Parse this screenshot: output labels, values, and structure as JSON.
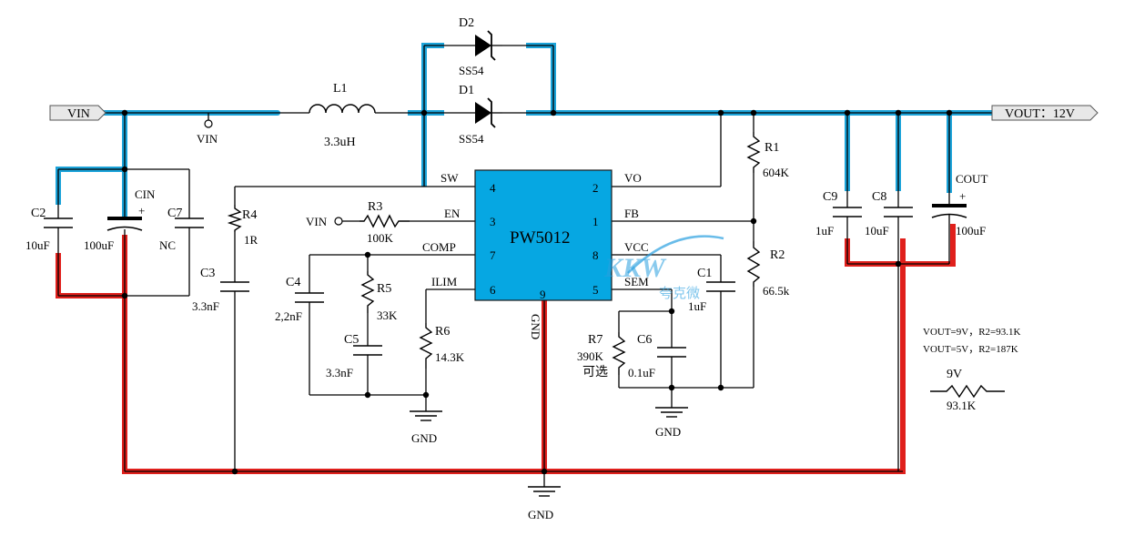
{
  "colors": {
    "wire": "#000000",
    "highlight_blue": "#1ba3d9",
    "highlight_red": "#e0201c",
    "ic_fill": "#06a7e2",
    "port_fill": "#e8e8e8",
    "watermark": "#2aa0e0"
  },
  "ports": {
    "vin": "VIN",
    "vout": "VOUT：12V"
  },
  "ic": {
    "name": "PW5012",
    "pins": {
      "sw": "SW",
      "en": "EN",
      "comp": "COMP",
      "ilim": "ILIM",
      "vo": "VO",
      "fb": "FB",
      "vcc": "VCC",
      "sem": "SEM",
      "gnd": "GND",
      "n4": "4",
      "n3": "3",
      "n7": "7",
      "n6": "6",
      "n2": "2",
      "n1": "1",
      "n8": "8",
      "n5": "5",
      "n9": "9"
    }
  },
  "components": {
    "l1": {
      "ref": "L1",
      "value": "3.3uH"
    },
    "d1": {
      "ref": "D1",
      "value": "SS54"
    },
    "d2": {
      "ref": "D2",
      "value": "SS54"
    },
    "r1": {
      "ref": "R1",
      "value": "604K"
    },
    "r2": {
      "ref": "R2",
      "value": "66.5k"
    },
    "r3": {
      "ref": "R3",
      "value": "100K"
    },
    "r4": {
      "ref": "R4",
      "value": "1R"
    },
    "r5": {
      "ref": "R5",
      "value": "33K"
    },
    "r6": {
      "ref": "R6",
      "value": "14.3K"
    },
    "r7": {
      "ref": "R7",
      "value": "390K",
      "note": "可选"
    },
    "c1": {
      "ref": "C1",
      "value": "1uF"
    },
    "c2": {
      "ref": "C2",
      "value": "10uF"
    },
    "c3": {
      "ref": "C3",
      "value": "3.3nF"
    },
    "c4": {
      "ref": "C4",
      "value": "2,2nF"
    },
    "c5": {
      "ref": "C5",
      "value": "3.3nF"
    },
    "c6": {
      "ref": "C6",
      "value": "0.1uF"
    },
    "c7": {
      "ref": "C7",
      "value": "NC"
    },
    "c8": {
      "ref": "C8",
      "value": "10uF"
    },
    "c9": {
      "ref": "C9",
      "value": "1uF"
    },
    "cin": {
      "ref": "CIN",
      "value": "100uF",
      "polarity": "+"
    },
    "cout": {
      "ref": "COUT",
      "value": "100uF",
      "polarity": "+"
    }
  },
  "net_labels": {
    "vin_probe": "VIN",
    "vin_en": "VIN",
    "gnd": "GND"
  },
  "notes": {
    "line1": "VOUT=9V，R2=93.1K",
    "line2": "VOUT=5V，R2=187K",
    "legend_title": "9V",
    "legend_value": "93.1K"
  },
  "watermark": {
    "logo": "KKW",
    "text": "夸克微"
  }
}
